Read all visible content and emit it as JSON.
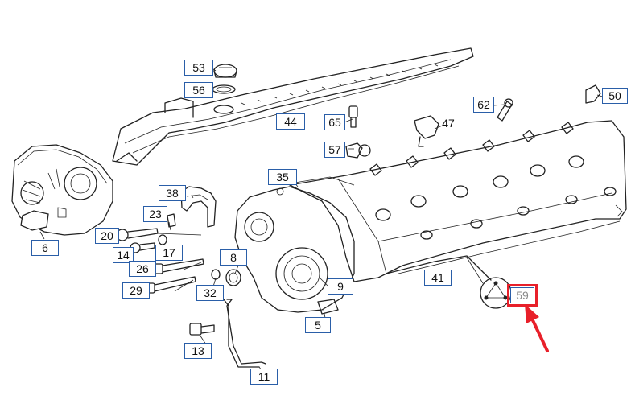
{
  "diagram": {
    "accent_color": "#e8202a",
    "callout_border_color": "#2a5ea8",
    "highlighted_part": "59",
    "callouts": {
      "c53": "53",
      "c56": "56",
      "c44": "44",
      "c65": "65",
      "c62": "62",
      "c47": "47",
      "c50": "50",
      "c57": "57",
      "c35": "35",
      "c38": "38",
      "c23": "23",
      "c20": "20",
      "c14": "14",
      "c17": "17",
      "c26": "26",
      "c29": "29",
      "c8": "8",
      "c32": "32",
      "c9": "9",
      "c41": "41",
      "c59": "59",
      "c6": "6",
      "c5": "5",
      "c13": "13",
      "c11": "11"
    }
  }
}
